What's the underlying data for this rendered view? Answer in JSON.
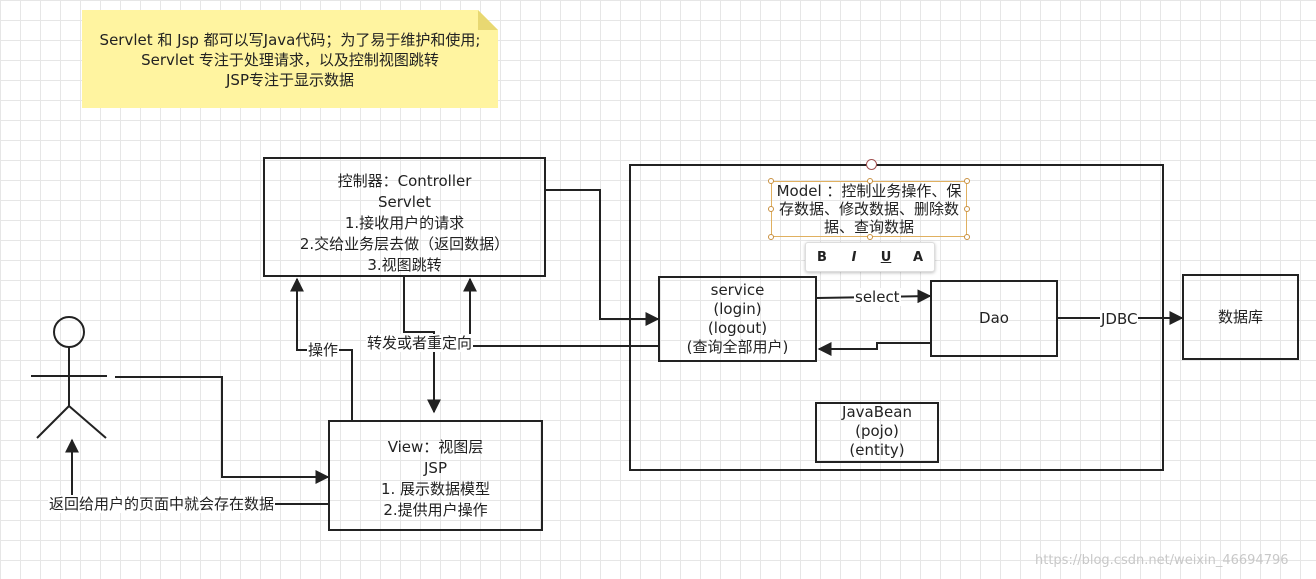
{
  "note": {
    "lines": [
      "Servlet 和 Jsp  都可以写Java代码；为了易于维护和使用;",
      "Servlet 专注于处理请求，以及控制视图跳转",
      "JSP专注于显示数据"
    ]
  },
  "controller": {
    "lines": [
      "控制器：Controller",
      "Servlet",
      "1.接收用户的请求",
      "2.交给业务层去做（返回数据）",
      "3.视图跳转"
    ]
  },
  "model": {
    "lines": [
      "Model ：控制业务操作、保",
      "存数据、修改数据、删除数",
      "据、查询数据"
    ]
  },
  "service": {
    "lines": [
      "service",
      "(login)",
      "(logout)",
      "(查询全部用户)"
    ]
  },
  "dao": {
    "label": "Dao"
  },
  "database": {
    "label": "数据库"
  },
  "javabean": {
    "lines": [
      "JavaBean",
      "(pojo)",
      "(entity)"
    ]
  },
  "view": {
    "lines": [
      "View：视图层",
      "JSP",
      "1. 展示数据模型",
      "2.提供用户操作"
    ]
  },
  "edges": {
    "select": "select",
    "jdbc": "JDBC",
    "operate": "操作",
    "forward_redirect": "转发或者重定向",
    "return_to_user": "返回给用户的页面中就会存在数据"
  },
  "toolbar": {
    "bold": "B",
    "italic": "I",
    "underline": "U",
    "font_color": "A"
  },
  "watermark": "https://blog.csdn.net/weixin_46694796"
}
